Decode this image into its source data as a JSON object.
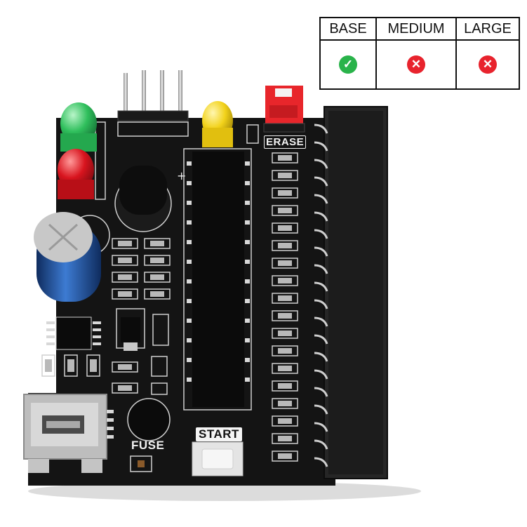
{
  "table": {
    "headers": [
      "BASE",
      "MEDIUM",
      "LARGE"
    ],
    "support": [
      true,
      false,
      false
    ],
    "icons": [
      "check-circle-icon",
      "cross-circle-icon",
      "cross-circle-icon"
    ],
    "colors": {
      "yes": "#29b34a",
      "no": "#e8232d"
    }
  },
  "board": {
    "labels": {
      "erase": "ERASE",
      "fuse": "FUSE",
      "start": "START"
    },
    "colors": {
      "pcb": "#141414",
      "led_green": "#2fbf5c",
      "led_red": "#d8141e",
      "led_yellow": "#f2d21a",
      "jumper": "#e8262b",
      "capacitor": "#2a63b8",
      "connector": "#262626"
    }
  }
}
